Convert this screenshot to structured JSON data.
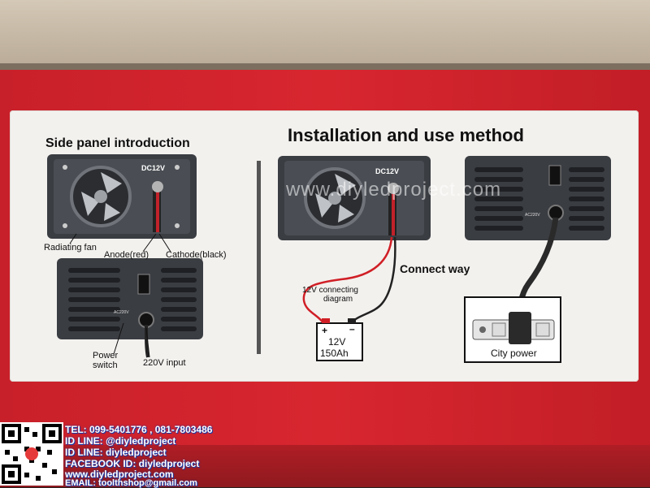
{
  "panel": {
    "side_title": "Side panel introduction",
    "install_title": "Installation and use method"
  },
  "labels": {
    "dc12v_a": "DC12V",
    "dc12v_b": "DC12V",
    "radiating_fan": "Radiating fan",
    "anode": "Anode(red)",
    "cathode": "Cathode(black)",
    "power_switch_1": "Power",
    "power_switch_2": "switch",
    "input_220v": "220V input",
    "ac220v_a": "AC220V",
    "ac220v_b": "AC220V",
    "connecting_1": "12V connecting",
    "connecting_2": "diagram",
    "connect_way": "Connect way",
    "battery_plus": "+",
    "battery_minus": "–",
    "battery_v": "12V",
    "battery_ah": "150Ah",
    "city_power": "City power"
  },
  "watermark": "www.diyledproject.com",
  "contact": {
    "tel": "TEL: 099-5401776 , 081-7803486",
    "line1": "ID LINE: @diyledproject",
    "line2": "ID LINE: diyledproject",
    "facebook": "FACEBOOK ID: diyledproject",
    "web": "www.diyledproject.com",
    "email": "EMAIL: toolthshop@gmail.com"
  },
  "colors": {
    "box_red": "#d8262f",
    "panel": "#f3f1ee",
    "inverter": "#3a3d42",
    "contact_blue": "#1a3aa8"
  }
}
